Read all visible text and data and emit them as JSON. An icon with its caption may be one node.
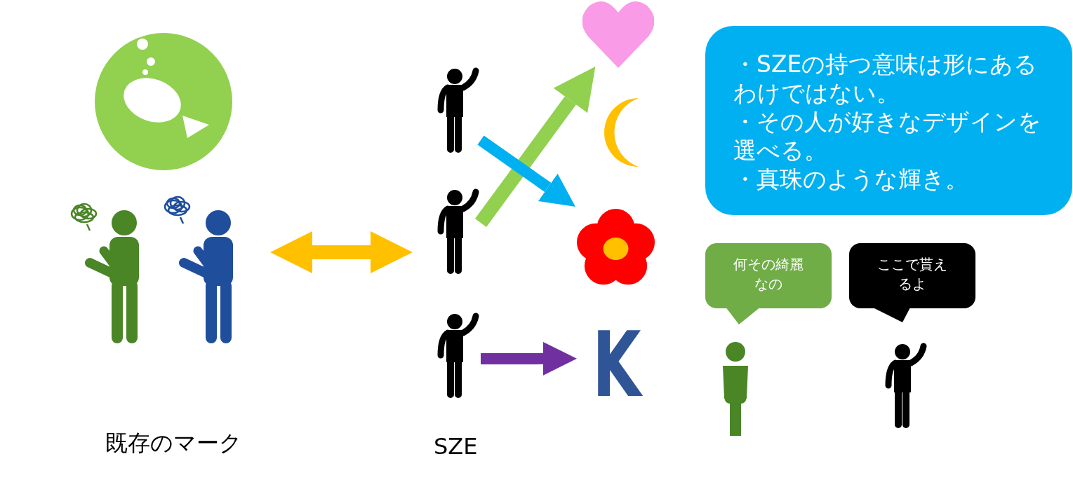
{
  "diagram": {
    "nodes": [
      {
        "text": [],
        "shape": "picture",
        "beside": [
          "既存のマーク"
        ]
      },
      {
        "text": [],
        "shape": "picture",
        "beside": [
          "SZE"
        ]
      },
      {
        "text": [],
        "shape": "person",
        "in": 1
      },
      {
        "text": [],
        "shape": "person",
        "in": 1
      },
      {
        "text": [],
        "shape": "person",
        "in": 1
      },
      {
        "text": [],
        "shape": "heart"
      },
      {
        "text": [],
        "shape": "moon"
      },
      {
        "text": [],
        "shape": "flower"
      },
      {
        "text": [
          "K"
        ]
      },
      {
        "text": [
          "・SZEの持つ意味は形にあるわけではない。",
          "・その人が好きなデザインを選べる。",
          "・真珠のような輝き。"
        ]
      },
      {
        "text": [
          "何その綺麗なの"
        ]
      },
      {
        "text": [],
        "shape": "person"
      },
      {
        "text": [
          "ここで貰えるよ"
        ]
      },
      {
        "text": [],
        "shape": "person"
      }
    ],
    "edges": [
      {
        "from": 0,
        "to": 1,
        "arrow": "both",
        "color": "#ffc000"
      },
      {
        "from": 3,
        "to": 5,
        "arrow": "to",
        "color": "#92d050"
      },
      {
        "from": 2,
        "to": 7,
        "arrow": "to",
        "color": "#00b0f0"
      },
      {
        "from": 4,
        "to": 8,
        "arrow": "to",
        "color": "#7030a0"
      }
    ]
  }
}
